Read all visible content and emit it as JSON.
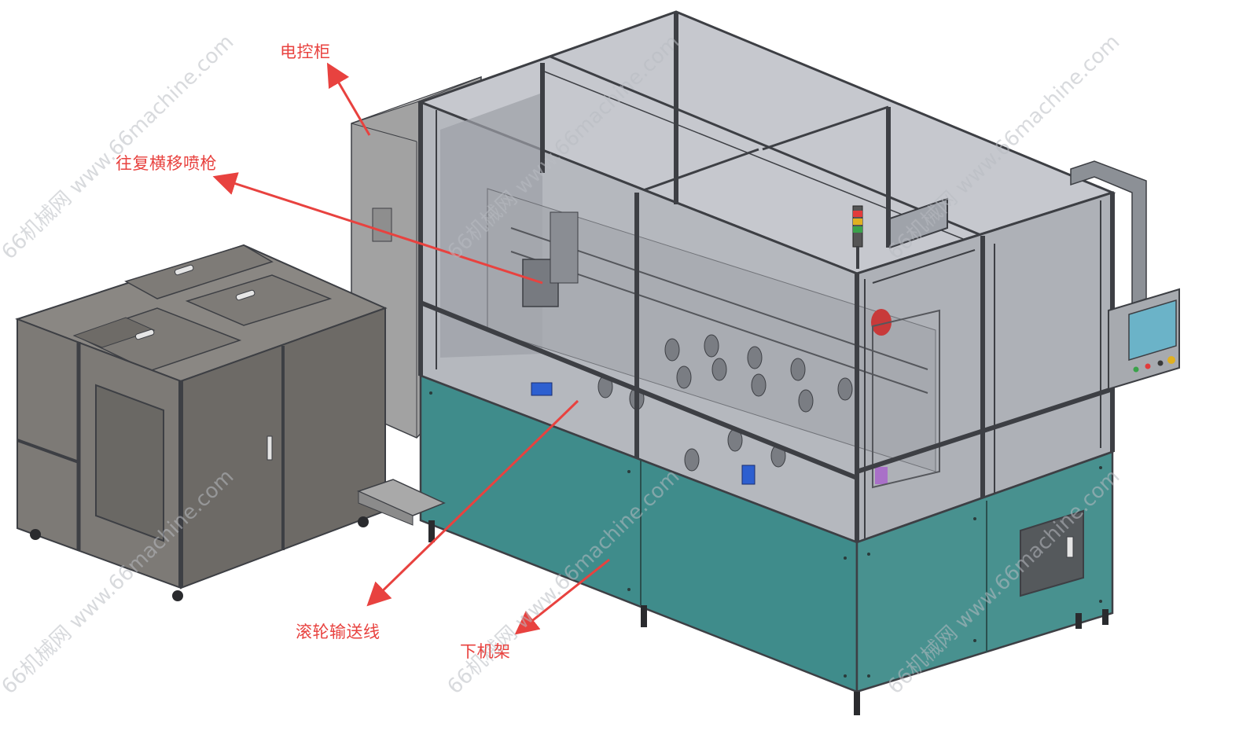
{
  "labels": {
    "cabinet": "电控柜",
    "spray_gun": "往复横移喷枪",
    "conveyor": "滚轮输送线",
    "frame": "下机架"
  },
  "watermark": {
    "text": "66机械网 www.66machine.com"
  },
  "colors": {
    "label_text": "#e8423f",
    "arrow": "#e8423f",
    "watermark": "#b9bcc2",
    "teal_panel": "#3f8c8b",
    "frame_line": "#3d3f44",
    "glass": "#c9cbd1",
    "cabinet": "#7c7a76",
    "electric_cabinet": "#999999"
  }
}
